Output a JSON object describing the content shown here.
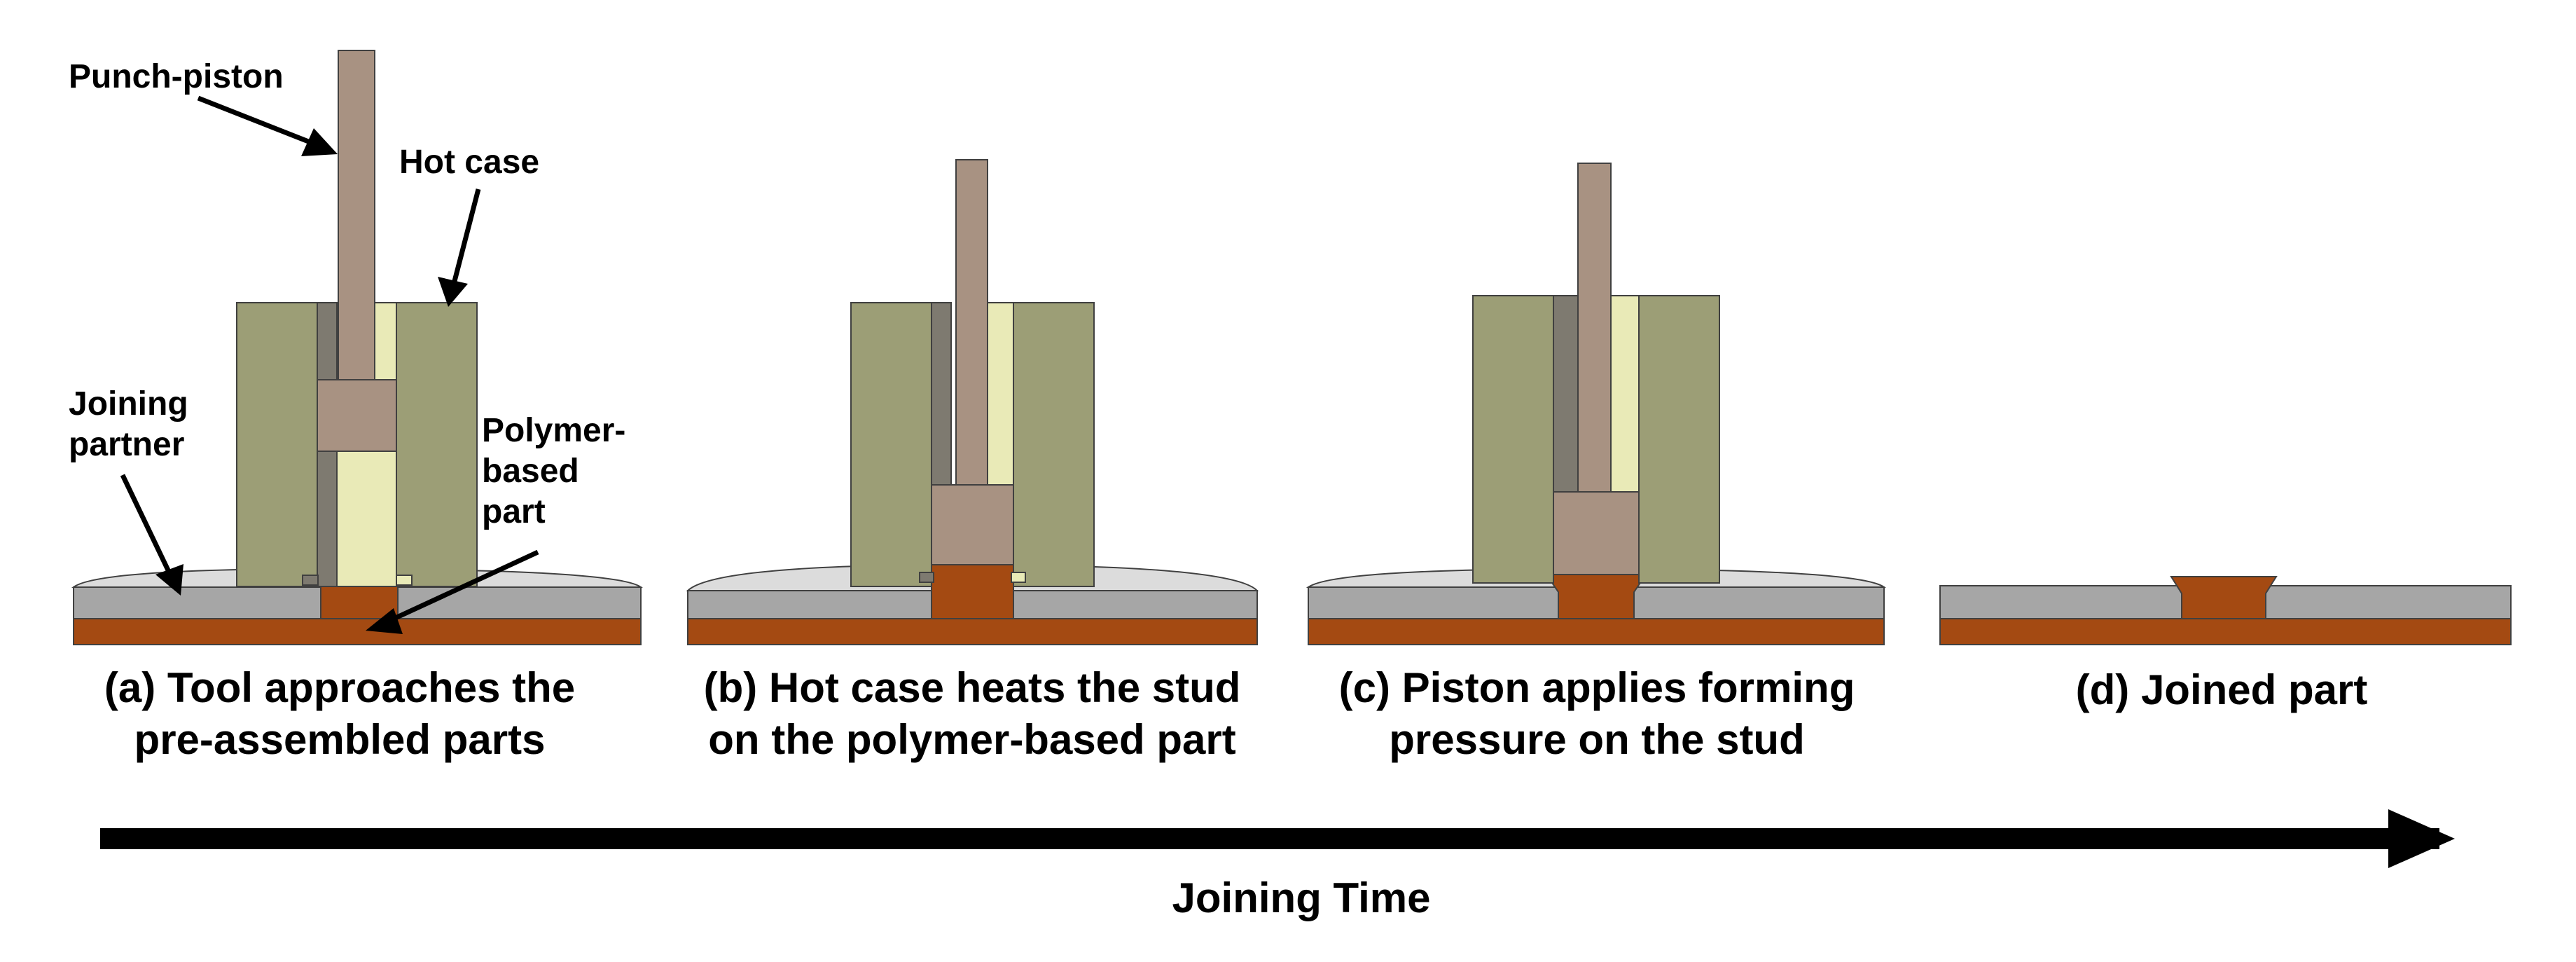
{
  "colors": {
    "piston": "#a89282",
    "hot_case": "#9c9e76",
    "hot_case_inner_dark": "#7e7a70",
    "hot_case_inner_light": "#e9eab7",
    "polymer_part": "#a44a12",
    "joining_partner": "#a6a6a6",
    "dome": "#dcdcdc",
    "outline": "#404040",
    "arrow": "#000000"
  },
  "labels": {
    "punch_piston": "Punch-piston",
    "hot_case": "Hot case",
    "joining_partner_line1": "Joining",
    "joining_partner_line2": "partner",
    "polymer_line1": "Polymer-",
    "polymer_line2": "based",
    "polymer_line3": "part"
  },
  "steps": [
    {
      "caption_line1": "(a) Tool approaches the",
      "caption_line2": "pre-assembled parts"
    },
    {
      "caption_line1": "(b) Hot case heats the stud",
      "caption_line2": "on the polymer-based part"
    },
    {
      "caption_line1": "(c) Piston applies forming",
      "caption_line2": "pressure on the stud"
    },
    {
      "caption_line1": "(d) Joined part",
      "caption_line2": ""
    }
  ],
  "timeline": {
    "label": "Joining Time"
  }
}
